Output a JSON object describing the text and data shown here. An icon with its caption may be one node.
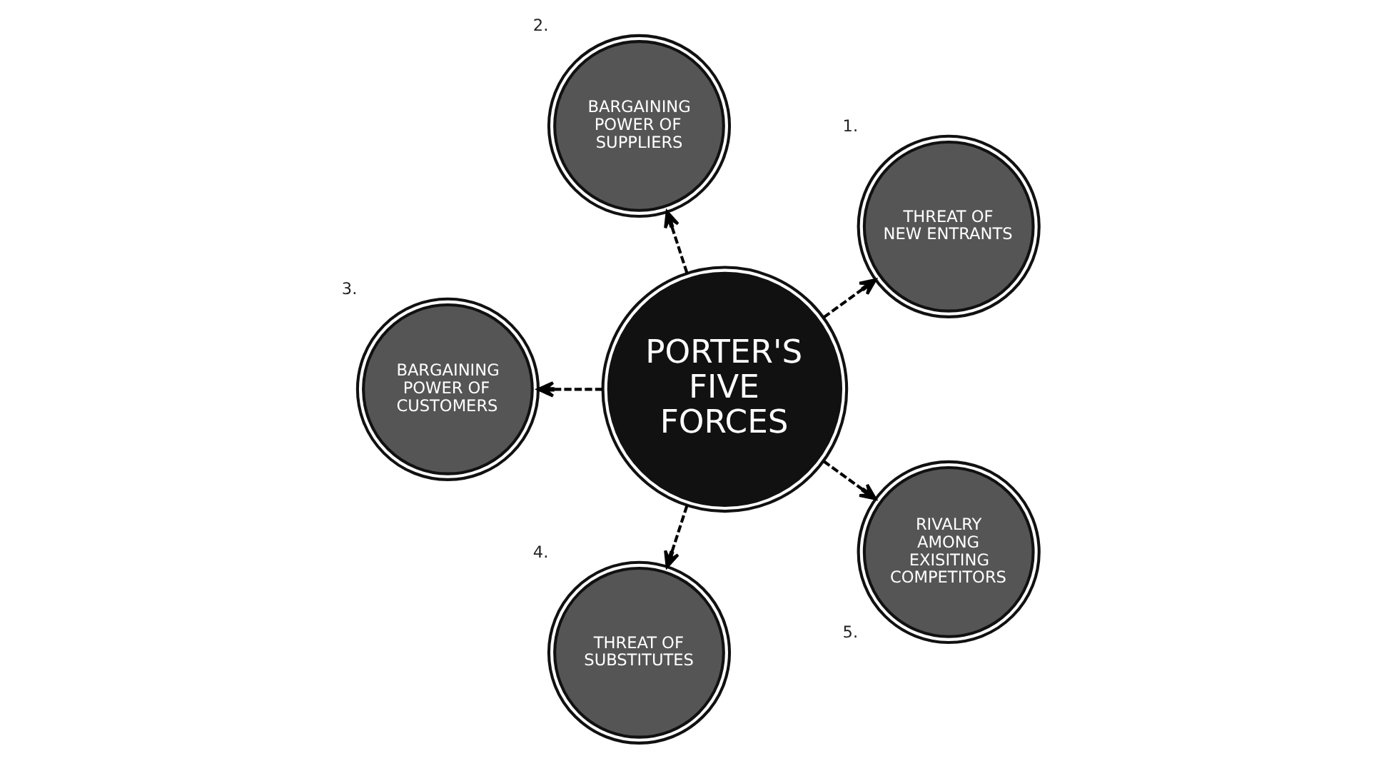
{
  "diagram": {
    "nodes": [
      {
        "text": [
          "PORTER'S FIVE FORCES"
        ]
      },
      {
        "text": [
          "THREAT OF NEW ENTRANTS"
        ],
        "beside": [
          "1."
        ]
      },
      {
        "text": [
          "BARGAINING POWER OF SUPPLIERS"
        ],
        "beside": [
          "2."
        ]
      },
      {
        "text": [
          "BARGAINING POWER OF CUSTOMERS"
        ],
        "beside": [
          "3."
        ]
      },
      {
        "text": [
          "THREAT OF SUBSTITUTES"
        ],
        "beside": [
          "4."
        ]
      },
      {
        "text": [
          "RIVALRY AMONG EXISITING COMPETITORS"
        ],
        "beside": [
          "5."
        ]
      }
    ],
    "edges": [
      {
        "from": 0,
        "to": 1,
        "arrow": "to",
        "style": "dashed"
      },
      {
        "from": 0,
        "to": 2,
        "arrow": "to",
        "style": "dashed"
      },
      {
        "from": 0,
        "to": 3,
        "arrow": "to",
        "style": "dashed"
      },
      {
        "from": 0,
        "to": 4,
        "arrow": "to",
        "style": "dashed"
      },
      {
        "from": 0,
        "to": 5,
        "arrow": "to",
        "style": "dashed"
      }
    ]
  }
}
